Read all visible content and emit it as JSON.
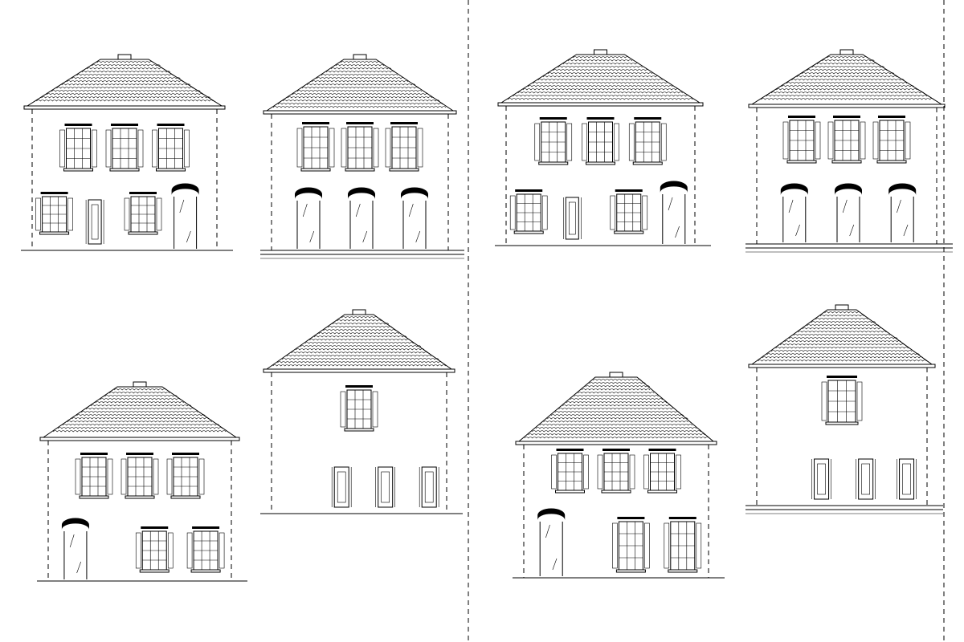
{
  "sheet": {
    "elevations": [
      {
        "name": "elevation-a",
        "roof": "hip",
        "storeys": 2,
        "labels": [
          "",
          "",
          ""
        ]
      },
      {
        "name": "elevation-b",
        "roof": "hip",
        "storeys": 2,
        "labels": [
          "",
          "",
          ""
        ]
      },
      {
        "name": "elevation-c",
        "roof": "hip",
        "storeys": 2,
        "labels": [
          "",
          "",
          ""
        ]
      },
      {
        "name": "elevation-d",
        "roof": "hip",
        "storeys": 2,
        "labels": [
          "",
          "",
          ""
        ]
      },
      {
        "name": "elevation-e",
        "roof": "hip",
        "storeys": 2,
        "labels": [
          "",
          "",
          ""
        ]
      },
      {
        "name": "elevation-f",
        "roof": "hip",
        "storeys": 2,
        "labels": [
          "",
          "",
          ""
        ]
      },
      {
        "name": "elevation-g",
        "roof": "hip",
        "storeys": 2,
        "labels": [
          "",
          "",
          ""
        ]
      },
      {
        "name": "elevation-h",
        "roof": "hip",
        "storeys": 2,
        "labels": [
          "",
          "",
          ""
        ]
      }
    ],
    "top_note_left": [
      "",
      "",
      ""
    ],
    "top_note_right": [
      "",
      "",
      ""
    ],
    "line_color": "#000000",
    "background": "#ffffff"
  }
}
